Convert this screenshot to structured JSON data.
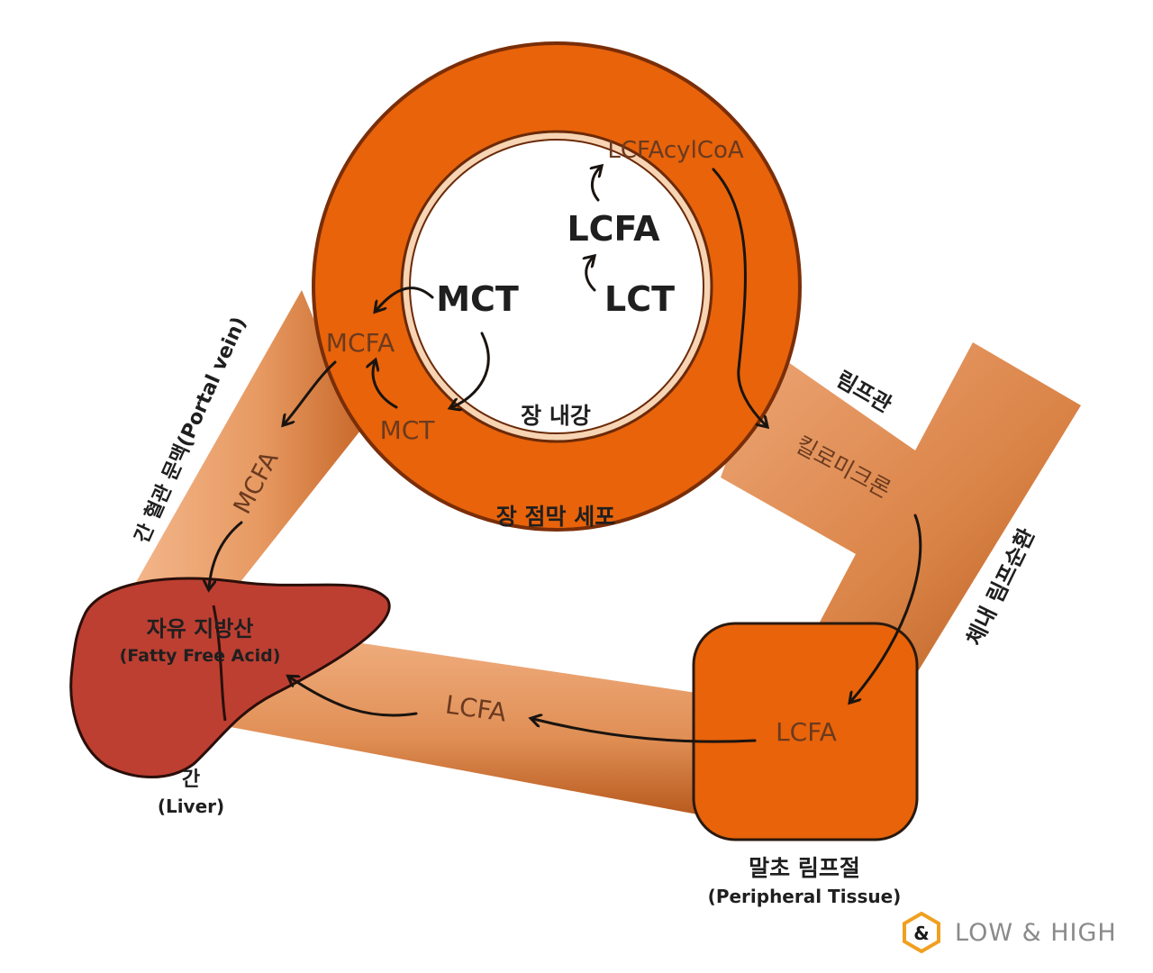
{
  "labels": {
    "lcf_acyl_coa": "LCFAcylCoA",
    "lcfa_center": "LCFA",
    "mct_center": "MCT",
    "lct_center": "LCT",
    "mcfa_ring": "MCFA",
    "mct_ring": "MCT",
    "lumen": "장 내강",
    "mucosa": "장 점막 세포",
    "lymph_vessel": "림프관",
    "chylomicron": "킬로미크론",
    "portal_vein": "간 혈관 문맥(Portal vein)",
    "mcfa_vein": "MCFA",
    "systemic_lymph": "체내 림프순환",
    "liver_product_ko": "자유 지방산",
    "liver_product_en": "(Fatty Free Acid)",
    "lcfa_return": "LCFA",
    "lcfa_node": "LCFA",
    "liver_ko": "간",
    "liver_en": "(Liver)",
    "node_ko": "말초 림프절",
    "node_en": "(Peripheral Tissue)"
  },
  "brand": {
    "logo_glyph": "&",
    "name": "LOW & HIGH"
  },
  "colors": {
    "ring": "#e8630a",
    "vessel_light": "#f0ad7e",
    "vessel_dark": "#c9692a",
    "liver": "#bd3f32",
    "node": "#e8630a",
    "arrow": "#1a1410",
    "logo": "#f0a020"
  }
}
